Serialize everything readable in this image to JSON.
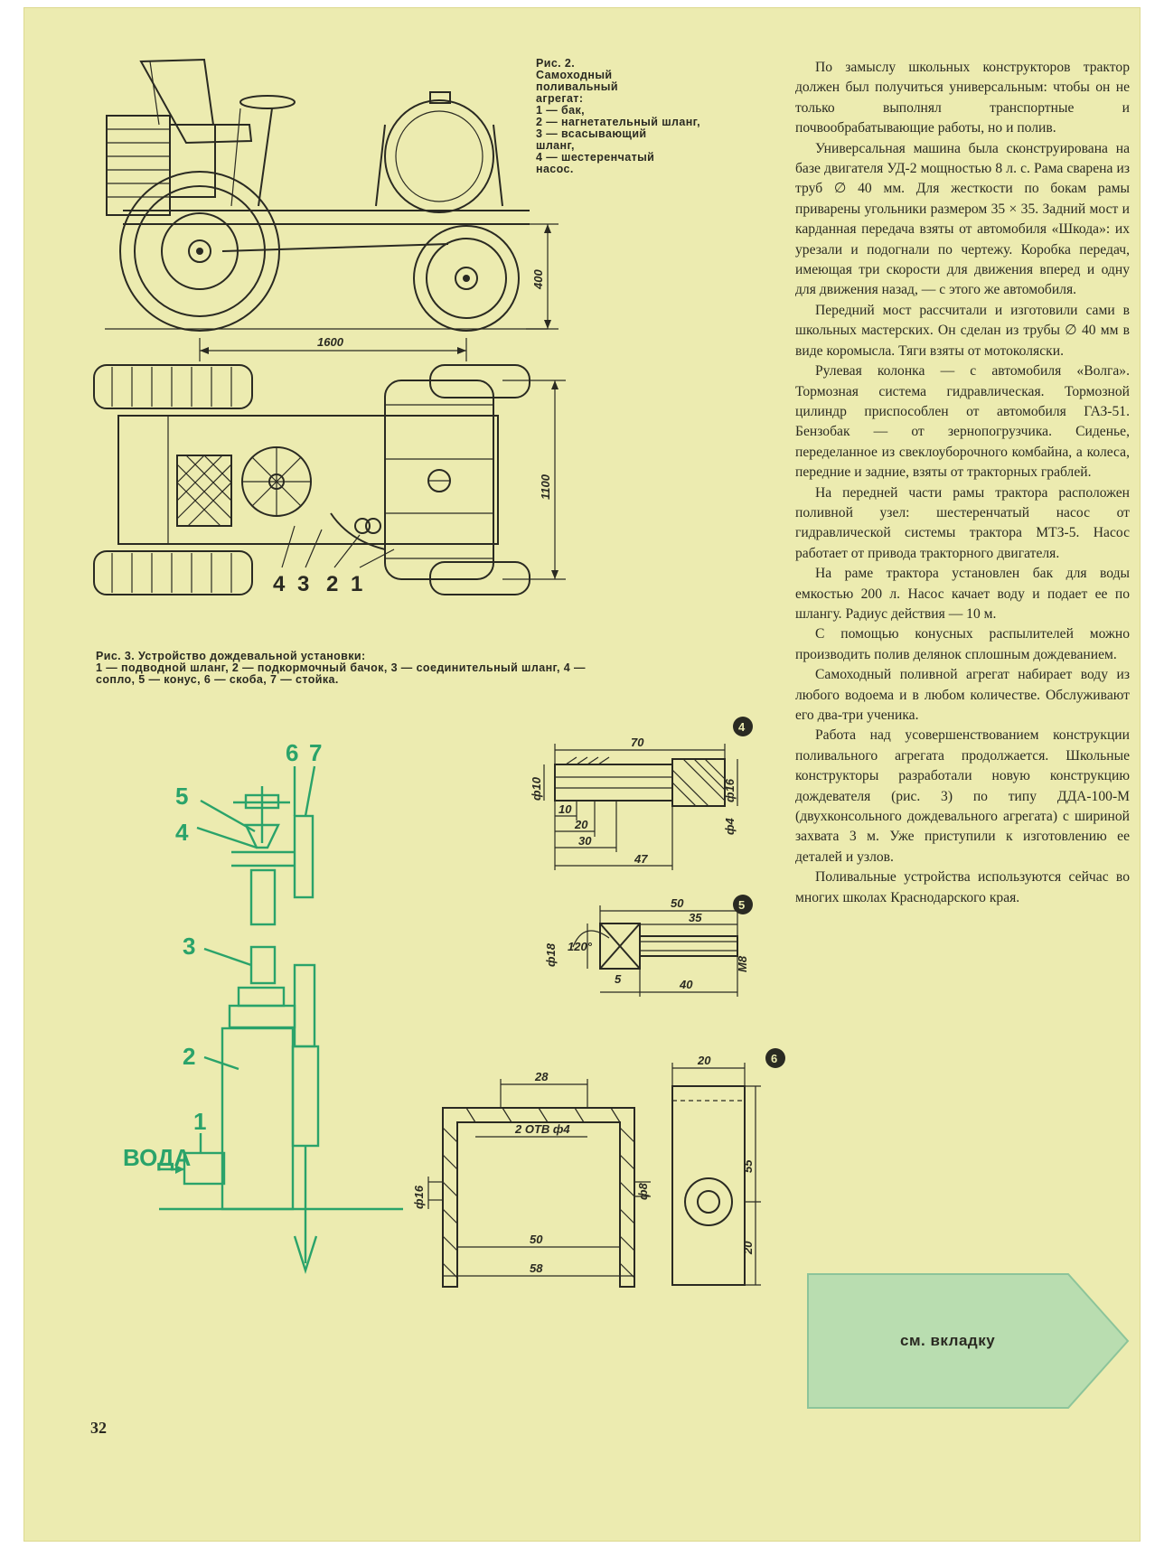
{
  "figure2": {
    "caption_title": "Рис. 2.",
    "caption_lines": [
      "Самоходный",
      "поливальный",
      "агрегат:",
      "1 — бак,",
      "2 — нагнетательный шланг,",
      "3 — всасывающий",
      "шланг,",
      "4 — шестеренчатый",
      "насос."
    ],
    "dim_length": "1600",
    "dim_height": "400",
    "dim_width": "1100",
    "callouts": [
      "4",
      "3",
      "2",
      "1"
    ]
  },
  "figure3": {
    "caption_line1": "Рис. 3. Устройство дождевальной установки:",
    "caption_line2": "1 — подводной шланг, 2 — подкормочный бачок, 3 — соединительный шланг, 4 —",
    "caption_line3": "сопло, 5 — конус, 6 — скоба, 7 — стойка.",
    "labels": [
      "1",
      "2",
      "3",
      "4",
      "5",
      "6",
      "7"
    ],
    "water_label": "ВОДА"
  },
  "detail4": {
    "badge": "4",
    "dims": {
      "total": "70",
      "d10": "ф10",
      "d16": "ф16",
      "d4": "ф4",
      "a": "10",
      "b": "20",
      "c": "30",
      "d": "47"
    }
  },
  "detail5": {
    "badge": "5",
    "dims": {
      "total": "50",
      "thread": "35",
      "d18": "ф18",
      "angle": "120°",
      "m8": "М8",
      "gap": "5",
      "len": "40"
    }
  },
  "detail6": {
    "badge": "6",
    "dims": {
      "top": "28",
      "holes": "2 ОТВ ф4",
      "d16": "ф16",
      "d8": "ф8",
      "inner": "50",
      "outer": "58",
      "side": "20",
      "height": "55",
      "lower": "20"
    }
  },
  "article": {
    "paragraphs": [
      "По замыслу школьных конструкторов трактор должен был получиться универсальным: чтобы он не только выполнял транспортные и почвообрабатывающие работы, но и полив.",
      "Универсальная машина была сконструирована на базе двигателя УД-2 мощностью 8 л. с. Рама сварена из труб ∅ 40 мм. Для жесткости по бокам рамы приварены угольники размером 35 × 35. Задний мост и карданная передача взяты от автомобиля «Шкода»: их урезали и подогнали по чертежу. Коробка передач, имеющая три скорости для движения вперед и одну для движения назад, — с этого же автомобиля.",
      "Передний мост рассчитали и изготовили сами в школьных мастерских. Он сделан из трубы ∅ 40 мм в виде коромысла. Тяги взяты от мотоколяски.",
      "Рулевая колонка — с автомобиля «Волга». Тормозная система гидравлическая. Тормозной цилиндр приспособлен от автомобиля ГАЗ-51. Бензобак — от зернопогрузчика. Сиденье, переделанное из свеклоуборочного комбайна, а колеса, передние и задние, взяты от тракторных граблей.",
      "На передней части рамы трактора расположен поливной узел: шестеренчатый насос от гидравлической системы трактора МТЗ-5. Насос работает от привода тракторного двигателя.",
      "На раме трактора установлен бак для воды емкостью 200 л. Насос качает воду и подает ее по шлангу. Радиус действия — 10 м.",
      "С помощью конусных распылителей можно производить полив делянок сплошным дождеванием.",
      "Самоходный поливной агрегат набирает воду из любого водоема и в любом количестве. Обслуживают его двa-три ученика.",
      "Работа над усовершенствованием конструкции поливального агрегата продолжается. Школьные конструкторы разработали новую конструкцию дождевателя (рис. 3) по типу ДДА-100-М (двухконсольного дождевального агрегата) с шириной захвата 3 м. Уже приступили к изготовлению ее деталей и узлов.",
      "Поливальные устройства используются сейчас во многих школах Краснодарского края."
    ]
  },
  "footer": {
    "page_number": "32",
    "insert_note": "см. вкладку"
  },
  "colors": {
    "paper": "#ecebb0",
    "ink": "#2a2a22",
    "green": "#2aa36a",
    "arrow": "#b9ddb0"
  }
}
